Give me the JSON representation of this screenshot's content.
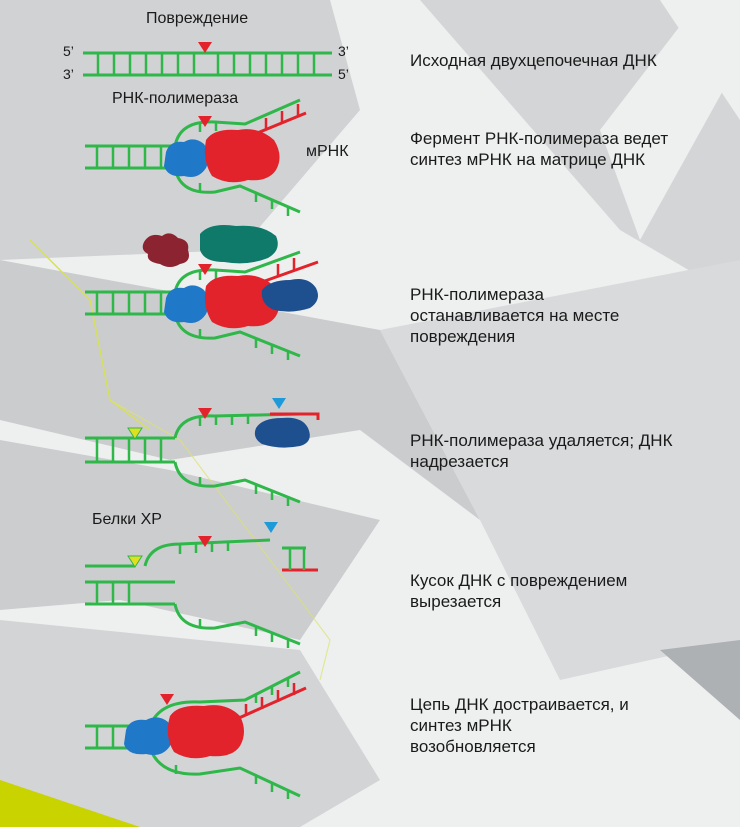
{
  "labels": {
    "damage": "Повреждение",
    "rna_polymerase": "РНК-полимераза",
    "mrna": "мРНК",
    "xp_proteins": "Белки ХР",
    "end_5_top": "5’",
    "end_3_bottom": "3’",
    "end_3_top": "3’",
    "end_5_bottom": "5’"
  },
  "steps": [
    {
      "text": "Исходная двухцепочечная ДНК"
    },
    {
      "text": "Фермент РНК-полимераза ведет синтез мРНК на матрице ДНК"
    },
    {
      "text": "РНК-полимераза останавливается на месте повреждения"
    },
    {
      "text": "РНК-полимераза удаляется; ДНК надрезается"
    },
    {
      "text": "Кусок ДНК с повреждением вырезается"
    },
    {
      "text": "Цепь ДНК достраивается, и синтез мРНК возобновляется"
    }
  ],
  "colors": {
    "dna": "#2fb74a",
    "rna": "#e3232b",
    "polymerase_red": "#e3232b",
    "polymerase_blue": "#1f78c8",
    "xp_dark_blue": "#1e4f8f",
    "protein_maroon": "#8c2330",
    "protein_teal": "#0f7a6a",
    "damage_marker": "#e3232b",
    "cut_marker_yellow": "#e0e021",
    "cut_marker_blue": "#1f9ad8"
  }
}
